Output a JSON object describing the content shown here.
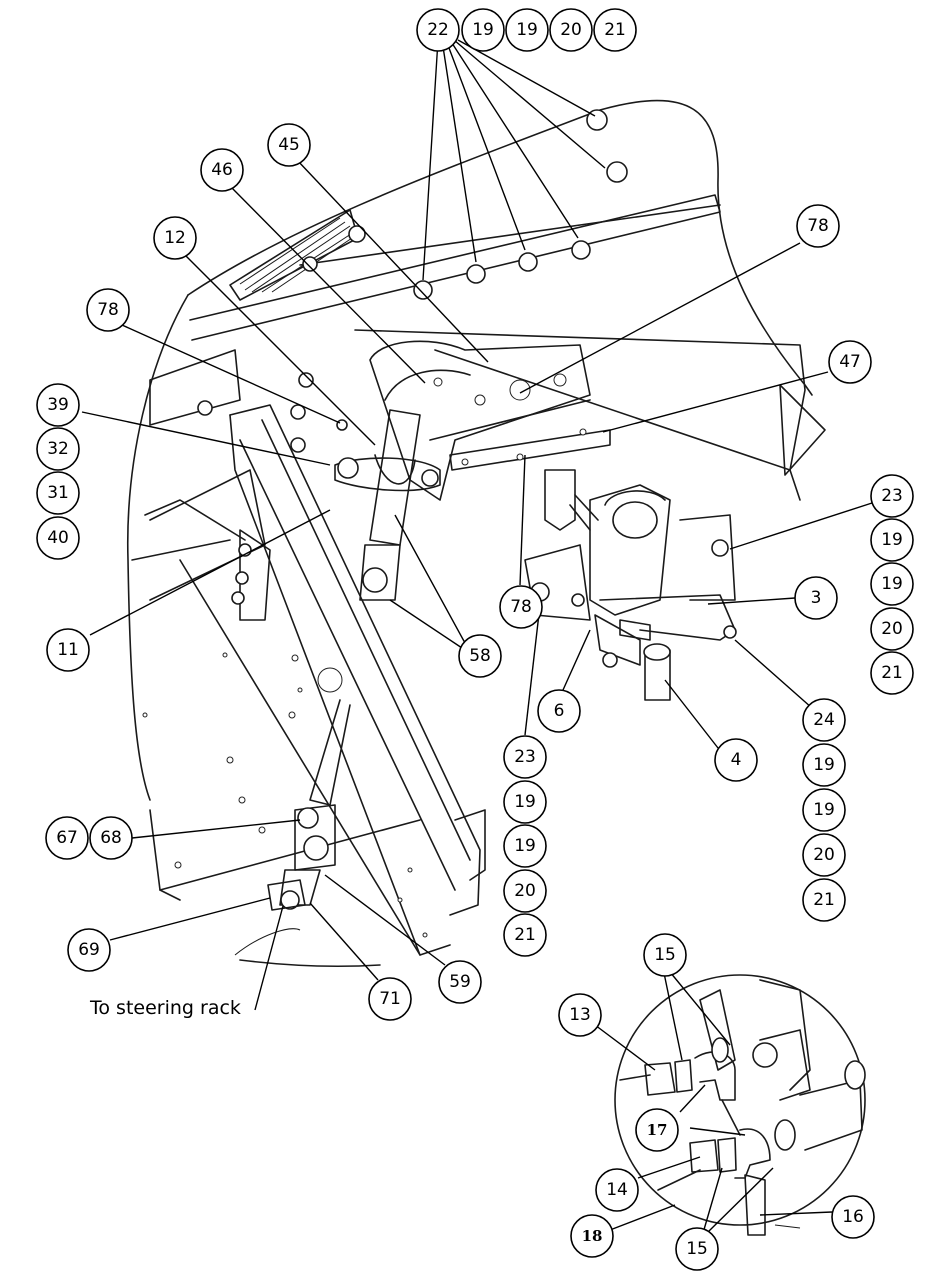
{
  "callouts": {
    "c22": "22",
    "c19a": "19",
    "c19b": "19",
    "c20a": "20",
    "c21a": "21",
    "c45": "45",
    "c46": "46",
    "c12": "12",
    "c78a": "78",
    "c78b": "78",
    "c78c": "78",
    "c47": "47",
    "c39": "39",
    "c32": "32",
    "c31": "31",
    "c40": "40",
    "c11": "11",
    "c58": "58",
    "c23a": "23",
    "c19c": "19",
    "c19d": "19",
    "c20b": "20",
    "c21b": "21",
    "c3": "3",
    "c24": "24",
    "c19e": "19",
    "c19f": "19",
    "c20c": "20",
    "c21c": "21",
    "c6": "6",
    "c4": "4",
    "c23b": "23",
    "c19g": "19",
    "c19h": "19",
    "c20d": "20",
    "c21d": "21",
    "c67": "67",
    "c68": "68",
    "c69": "69",
    "c71": "71",
    "c59": "59",
    "c15a": "15",
    "c13": "13",
    "c17": "17",
    "c14": "14",
    "c18": "18",
    "c15b": "15",
    "c16": "16"
  },
  "note": "To steering rack"
}
